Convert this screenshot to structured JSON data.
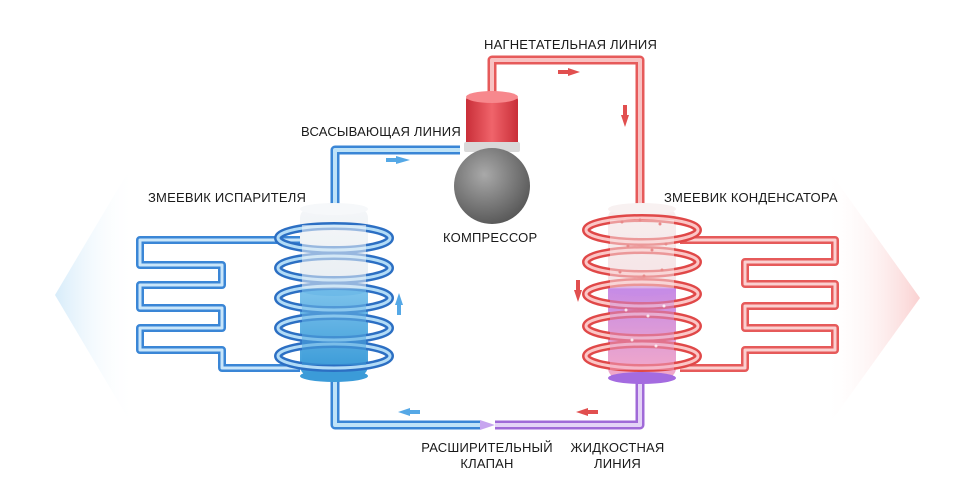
{
  "labels": {
    "discharge_line": "НАГНЕТАТЕЛЬНАЯ ЛИНИЯ",
    "suction_line": "ВСАСЫВАЮЩАЯ ЛИНИЯ",
    "evaporator_coil": "ЗМЕЕВИК ИСПАРИТЕЛЯ",
    "condenser_coil": "ЗМЕЕВИК КОНДЕНСАТОРА",
    "compressor": "КОМПРЕССОР",
    "expansion_valve_line1": "РАСШИРИТЕЛЬНЫЙ",
    "expansion_valve_line2": "КЛАПАН",
    "liquid_line_line1": "ЖИДКОСТНАЯ",
    "liquid_line_line2": "ЛИНИЯ"
  },
  "colors": {
    "cold": "#3a86d6",
    "cold_light": "#9fd0f2",
    "hot": "#e65a5a",
    "hot_light": "#f6b5b5",
    "liquid": "#a06ad8",
    "compressor_top": "#e34d55",
    "compressor_body": "#7c7c7c"
  }
}
